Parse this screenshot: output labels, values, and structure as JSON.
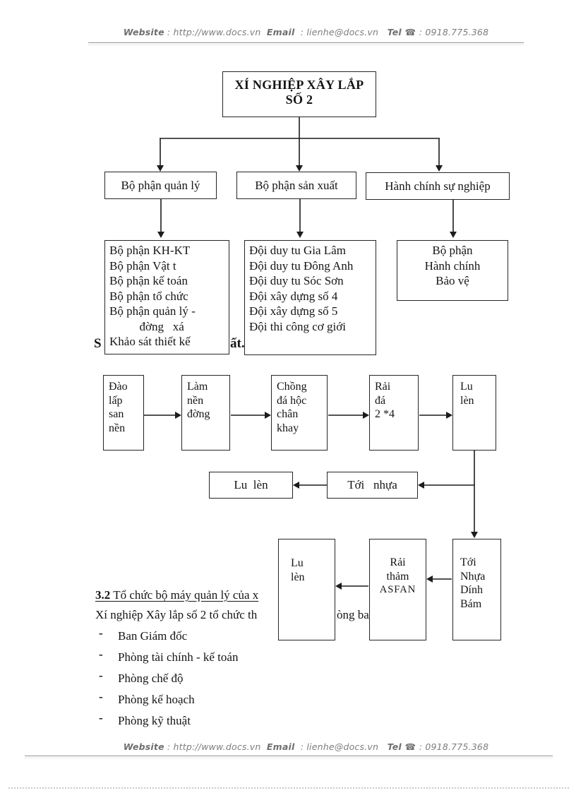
{
  "colors": {
    "text": "#151515",
    "muted_gray": "#7d7d7d",
    "line_gray": "#949494",
    "dotted_light": "#c5cad1",
    "box_border": "#262626"
  },
  "contact": {
    "website_label": "Website",
    "website_value": " : http://www.docs.vn  ",
    "email_label": "Email",
    "email_value": "  : lienhe@docs.vn   ",
    "tel_label": "Tel",
    "phone_icon": " ☎ ",
    "tel_value": ": 0918.775.368"
  },
  "org_chart": {
    "root_line1": "XÍ NGHIỆP XÂY LẮP",
    "root_line2": "SỐ 2",
    "dept1": "Bộ phận quản lý",
    "dept2": "Bộ phận sản xuất",
    "dept3": "Hành chính sự nghiệp",
    "unit1_lines": [
      "Bộ phận KH-KT",
      "Bộ phận Vật t",
      "Bộ phận kế toán",
      "Bộ phận tổ chức",
      "Bộ phận quản lý -",
      "          đờng   xá",
      "Khảo sát thiết kế"
    ],
    "unit2_lines": [
      "Đội duy tu Gia Lâm",
      "Đội duy tu Đông Anh",
      "Đội duy tu Sóc Sơn",
      "Đội xây dựng số 4",
      "Đội xây dựng số 5",
      "Đội thi công cơ giới"
    ],
    "unit3_lines": [
      "Bộ phận",
      "Hành chính",
      "Bảo vệ"
    ],
    "caption_fragment_left": "S",
    "caption_fragment_right": "ất."
  },
  "flow": {
    "step1_lines": [
      "Đào",
      "lấp",
      "san",
      "nền"
    ],
    "step2_lines": [
      "Làm",
      "nền",
      "đờng"
    ],
    "step3_lines": [
      "Chồng",
      "đá hộc",
      "chân",
      "khay"
    ],
    "step4_lines": [
      "Rải",
      "đá",
      "2 *4"
    ],
    "step5_lines": [
      "Lu",
      "lèn"
    ],
    "step6": "Lu  lèn",
    "step7": "Tới   nhựa",
    "step8_lines": [
      "Lu",
      "lèn"
    ],
    "step9_lines": [
      "Rải",
      "thảm"
    ],
    "step9_line3": "ASFAN",
    "step10_lines": [
      "Tới",
      "Nhựa",
      "Dính",
      "Bám"
    ]
  },
  "body": {
    "section_number": "3.2",
    "section_title": " Tổ chức bộ máy quản lý của x",
    "paragraph_start": "Xí nghiệp Xây lắp số 2 tổ chức th",
    "paragraph_fragment": "òng ba",
    "bullet_char": "-",
    "bullets": [
      "Ban Giám đốc",
      "Phòng tài chính - kế toán",
      "Phòng chế độ",
      "Phòng kế hoạch",
      "Phòng kỹ thuật"
    ]
  }
}
